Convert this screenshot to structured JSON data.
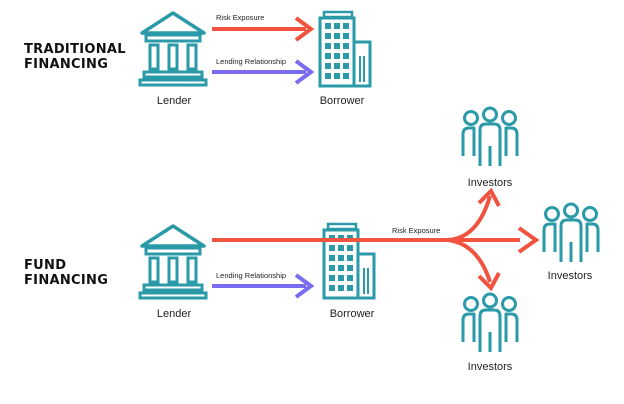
{
  "colors": {
    "teal": "#2a9aa8",
    "risk_arrow": "#f0533f",
    "lending_arrow": "#7a6cf0",
    "text": "#111111"
  },
  "traditional": {
    "title_line1": "TRADITIONAL",
    "title_line2": "FINANCING",
    "lender_label": "Lender",
    "borrower_label": "Borrower",
    "risk_label": "Risk Exposure",
    "lending_label": "Lending Relationship",
    "lender_icon": "bank-icon",
    "borrower_icon": "office-building-icon"
  },
  "fund": {
    "title_line1": "FUND",
    "title_line2": "FINANCING",
    "lender_label": "Lender",
    "borrower_label": "Borrower",
    "risk_label": "Risk Exposure",
    "lending_label": "Lending Relationship",
    "investors_top_label": "Investors",
    "investors_right_label": "Investors",
    "investors_bottom_label": "Investors",
    "lender_icon": "bank-icon",
    "borrower_icon": "office-building-icon",
    "investor_icon": "people-group-icon"
  }
}
